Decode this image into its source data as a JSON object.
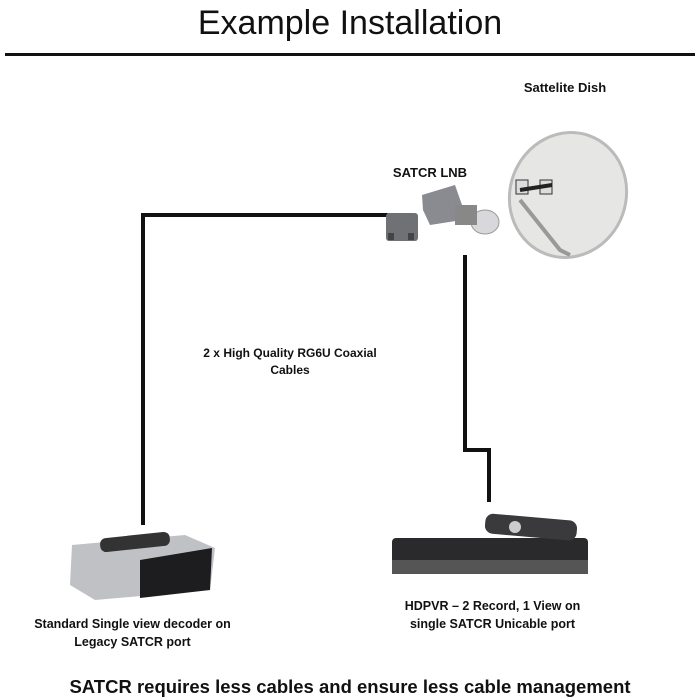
{
  "title": "Example Installation",
  "labels": {
    "dish": "Sattelite Dish",
    "lnb": "SATCR LNB",
    "cables": "2 x High Quality RG6U Coaxial Cables",
    "decoder_left": "Standard Single view decoder on Legacy SATCR port",
    "decoder_right": "HDPVR – 2 Record, 1 View on single SATCR Unicable port"
  },
  "footer": "SATCR requires less cables and ensure less cable management"
}
